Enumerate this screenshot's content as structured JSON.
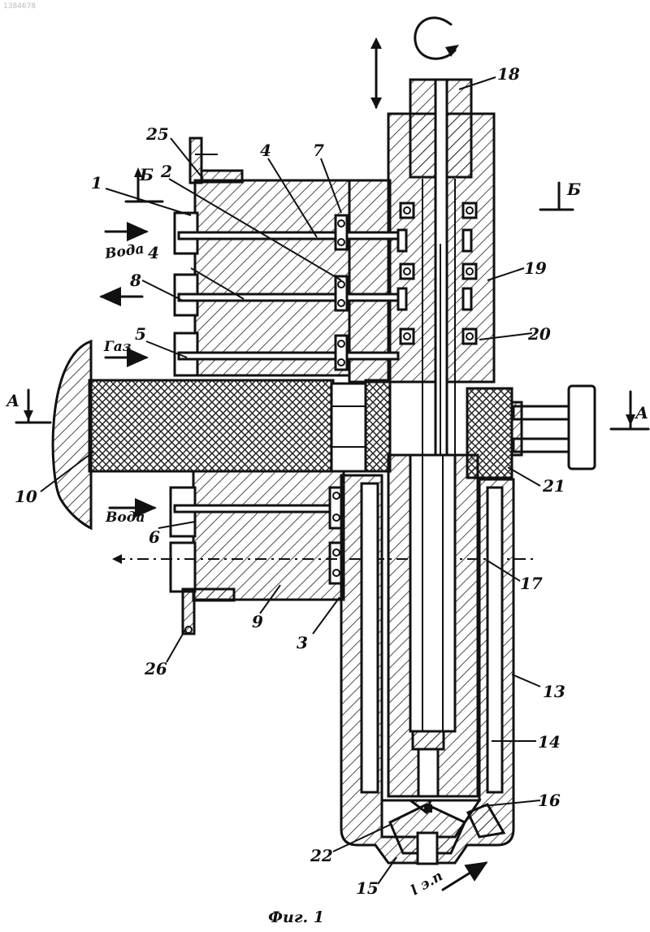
{
  "doc_id": "1384678",
  "caption": "Фиг. 1",
  "flow_labels": {
    "water_top": "Вода",
    "gas": "Газ",
    "water_bottom": "Вода",
    "gap": "l э.п"
  },
  "section_marks": {
    "b_left": "Б",
    "b_right": "Б",
    "a_left": "А",
    "a_right": "А"
  },
  "callouts": [
    "1",
    "2",
    "25",
    "4",
    "7",
    "18",
    "4",
    "8",
    "5",
    "19",
    "20",
    "10",
    "21",
    "6",
    "17",
    "9",
    "3",
    "26",
    "13",
    "14",
    "16",
    "22",
    "15"
  ]
}
